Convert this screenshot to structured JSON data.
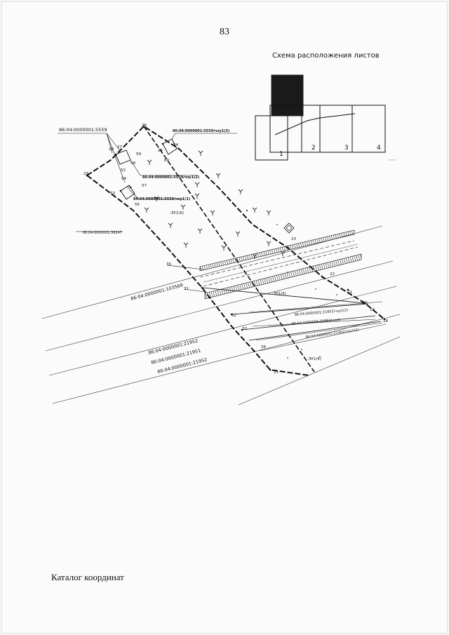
{
  "page": {
    "number": "83",
    "catalog_title": "Каталог координат"
  },
  "scheme": {
    "title": "Схема расположения листов",
    "sheets": [
      "1",
      "2",
      "3",
      "4"
    ]
  },
  "map": {
    "parcel_labels": {
      "top_left_cadastral": "86:04:0000001:5559",
      "chzu3": "86:04:0000001:5559/чзу1(3)",
      "chzu2": "86:04:0000001:5559/чзу1(2)",
      "chzu1": "86:04:0000001:5559/чзу1(1)",
      "left_parcel": "86:04:0000001:36247",
      "road_parcel": "86:04:0000001:103569",
      "lower_1": "86:04:0000001:21952",
      "lower_2": "86:04:0000001:21951",
      "lower_3": "86:04:0000001:21952",
      "zu6": ":ЗУ1(6)",
      "zu5": ":ЗУ1(5)",
      "zu4": ":ЗУ1(4)",
      "chzu_a": "86:04:0000001:21952/чзу1(2)",
      "chzu_b": "86:04:0000001:21951/чзу1",
      "chzu_c": "86:04:0000001:21952/чзу1(1)"
    },
    "point_numbers": {
      "p19": "19",
      "p20": "20",
      "p21": "21",
      "p22": "22",
      "p23": "23",
      "p24": "24",
      "p25": "25",
      "p26": "26",
      "p27": "27",
      "p28": "28",
      "p29": "29",
      "p30": "30",
      "p31": "31",
      "p32": "32",
      "p33": "33",
      "p34": "34",
      "p35": "35",
      "p18": "18",
      "p52": "52",
      "p53": "53",
      "p54": "54",
      "p55": "55",
      "p56": "56",
      "p57": "57",
      "p58": "58",
      "p59": "59",
      "p60": "60"
    }
  }
}
